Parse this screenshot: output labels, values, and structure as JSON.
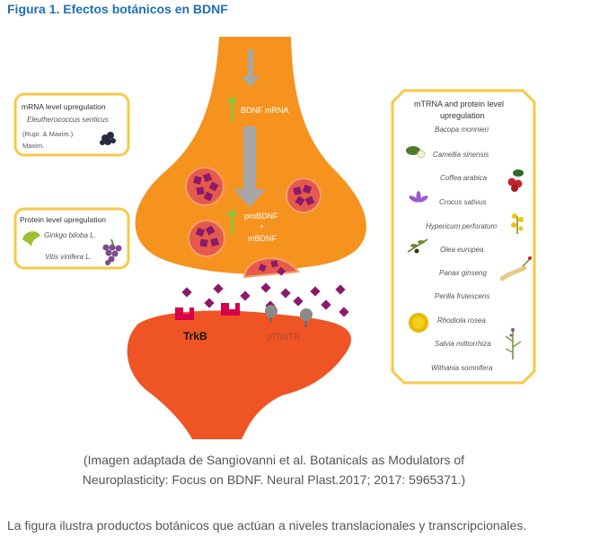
{
  "title": "Figura 1. Efectos botánicos en BDNF",
  "diagram": {
    "center": {
      "bdnf_mrna": "BDNF mRNA",
      "probdnf": "proBDNF",
      "plus": "+",
      "mbdnf": "mBDNF",
      "trkb": "TrkB",
      "p75": "p75NTR"
    },
    "mrna_box": {
      "title": "mRNA level upregulation",
      "species": "Eleutherococcus senticus",
      "authority_1": "(Rupr. & Maxim.)",
      "authority_2": "Maxim."
    },
    "protein_box": {
      "title": "Protein level upregulation",
      "item_1": "Ginkgo biloba L.",
      "item_2": "Vitis vinifera L."
    },
    "right_box": {
      "title_1": "mTRNA and protein level",
      "title_2": "upregulation",
      "items": [
        "Bacopa monnieri",
        "Camellia sinensis",
        "Coffea arabica",
        "Crocus sativus",
        "Hypericum perforatum",
        "Olea europea",
        "Panax ginseng",
        "Perilla frutescens",
        "Rhodiola rosea",
        "Salvia miltiorrhiza",
        "Withania somnifera"
      ]
    },
    "colors": {
      "neuron": "#f6921e",
      "postsynaptic": "#ee5424",
      "vesicle": "#e55a4a",
      "bdnf": "#8b1a6b",
      "receptor": "#d6004f",
      "box_border": "#f7c948",
      "arrow_grey": "#a7a7a7",
      "arrow_green": "#8cc63f"
    }
  },
  "caption": {
    "line_1": "(Imagen adaptada de Sangiovanni et al. Botanicals as Modulators of",
    "line_2": "Neuroplasticity: Focus on BDNF. Neural Plast.2017; 2017: 5965371.)"
  },
  "body_text": "La figura ilustra productos botánicos que actúan a niveles translacionales y transcripcionales."
}
